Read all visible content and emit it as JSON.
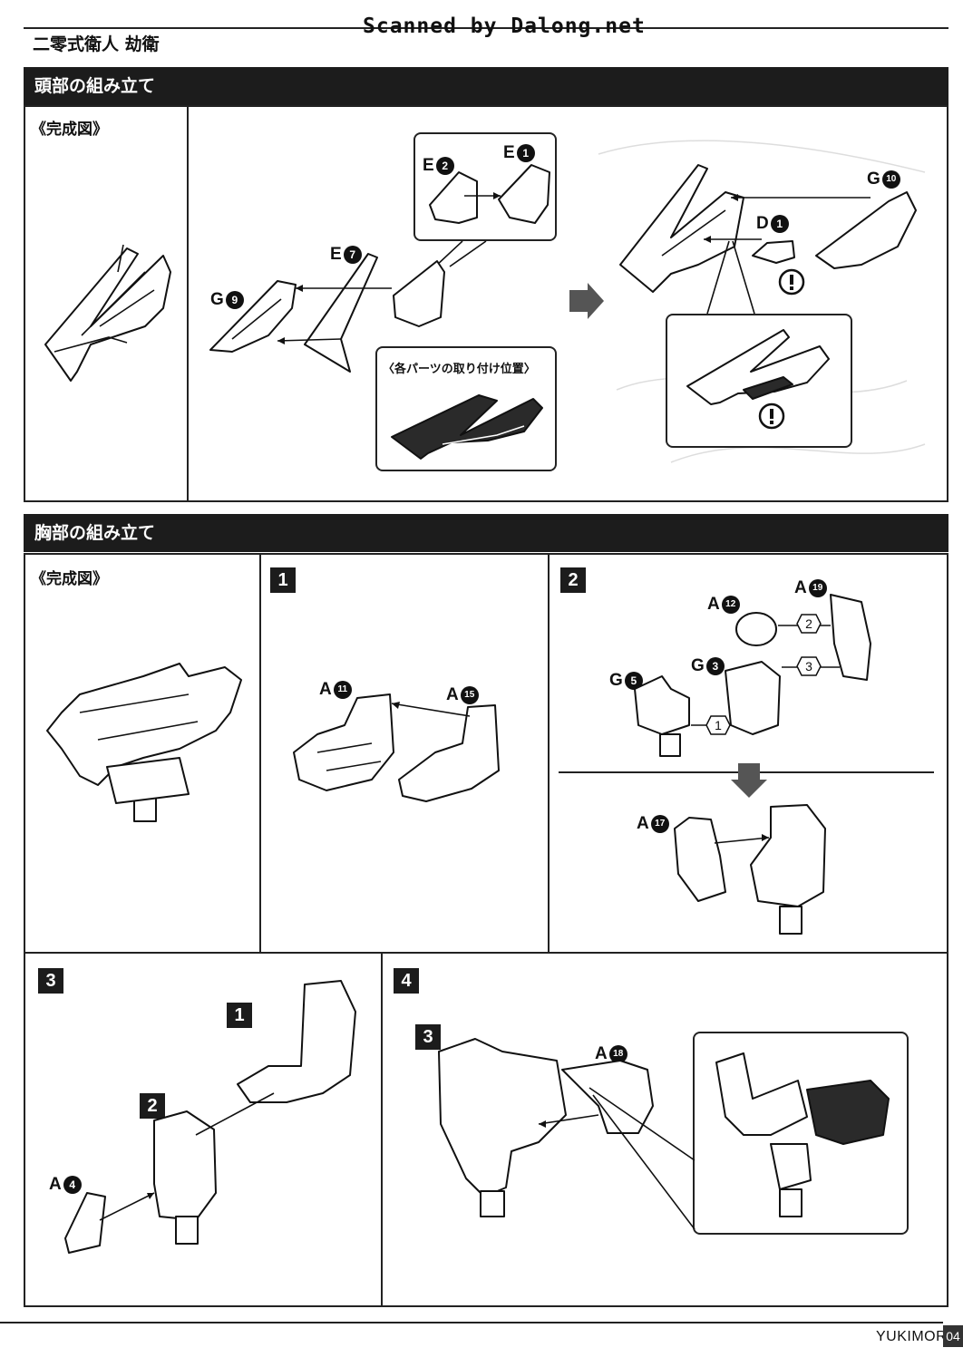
{
  "header": {
    "title": "二零式衛人 劫衛",
    "watermark": "Scanned by Dalong.net"
  },
  "head_section": {
    "title": "頭部の組み立て",
    "complete_label": "《完成図》",
    "callout_label": "〈各パーツの取り付け位置〉",
    "parts": [
      {
        "letter": "E",
        "num": "2"
      },
      {
        "letter": "E",
        "num": "1"
      },
      {
        "letter": "E",
        "num": "7"
      },
      {
        "letter": "G",
        "num": "9"
      },
      {
        "letter": "G",
        "num": "10"
      },
      {
        "letter": "D",
        "num": "1"
      }
    ],
    "caution": "!"
  },
  "chest_section": {
    "title": "胸部の組み立て",
    "complete_label": "《完成図》",
    "steps": {
      "s1": {
        "num": "1",
        "parts": [
          {
            "letter": "A",
            "num": "11"
          },
          {
            "letter": "A",
            "num": "15"
          }
        ]
      },
      "s2": {
        "num": "2",
        "parts": [
          {
            "letter": "A",
            "num": "12"
          },
          {
            "letter": "A",
            "num": "19"
          },
          {
            "letter": "G",
            "num": "5"
          },
          {
            "letter": "G",
            "num": "3"
          },
          {
            "letter": "A",
            "num": "17"
          }
        ],
        "order": [
          "1",
          "2",
          "3"
        ]
      },
      "s3": {
        "num": "3",
        "refs": [
          "1",
          "2"
        ],
        "parts": [
          {
            "letter": "A",
            "num": "4"
          }
        ]
      },
      "s4": {
        "num": "4",
        "refs": [
          "3"
        ],
        "parts": [
          {
            "letter": "A",
            "num": "18"
          }
        ]
      }
    }
  },
  "footer": {
    "brand": "YUKIMORI",
    "page": "04"
  }
}
